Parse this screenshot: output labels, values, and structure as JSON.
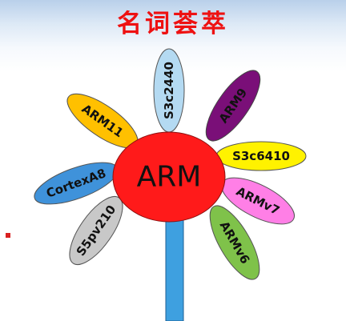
{
  "title": "名词荟萃",
  "center": {
    "label": "ARM",
    "color": "#ff1a1a"
  },
  "stem_color": "#3ea0e0",
  "petals": [
    {
      "label": "S3c2440",
      "color": "#b4daf2"
    },
    {
      "label": "ARM9",
      "color": "#7a0f78"
    },
    {
      "label": "S3c6410",
      "color": "#fff200"
    },
    {
      "label": "ARMv7",
      "color": "#ff7fe6"
    },
    {
      "label": "ARMv6",
      "color": "#7fc24a"
    },
    {
      "label": "S5pv210",
      "color": "#c8c8c8"
    },
    {
      "label": "CortexA8",
      "color": "#3f92da"
    },
    {
      "label": "ARM11",
      "color": "#ffc000"
    }
  ]
}
